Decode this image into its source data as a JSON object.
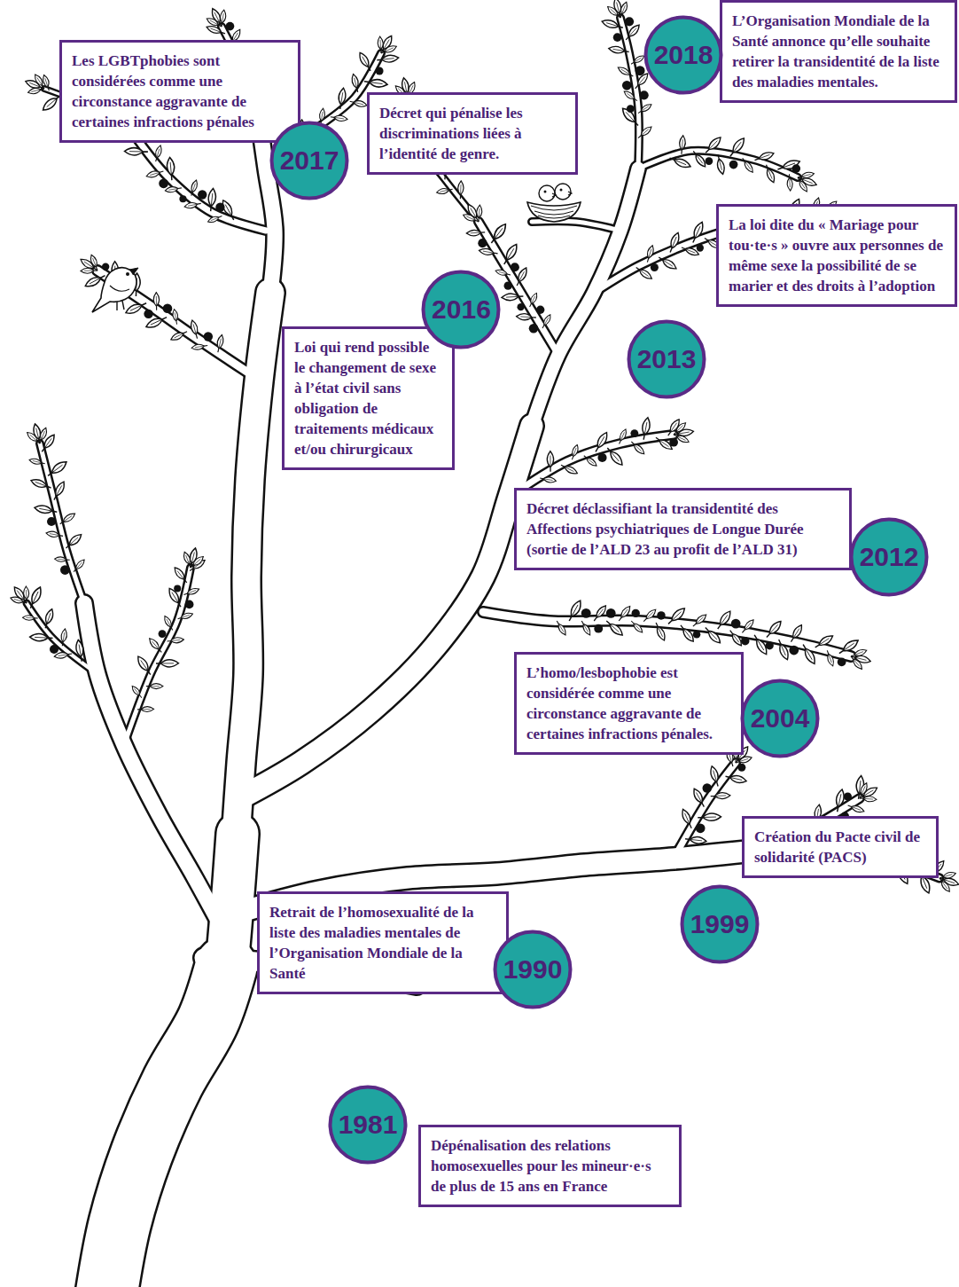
{
  "diagram": {
    "nodes": [
      {
        "text": [
          "Les LGBTphobies sont considérées comme une circonstance aggravante de certaines infractions pénales"
        ]
      },
      {
        "text": [
          "2017"
        ]
      },
      {
        "text": [
          "Décret qui pénalise les discriminations liées à l’identité de genre."
        ]
      },
      {
        "text": [
          "2018"
        ]
      },
      {
        "text": [
          "L’Organisation Mondiale de la Santé annonce qu’elle souhaite retirer la transidentité de la liste des maladies mentales."
        ]
      },
      {
        "text": [
          "2016"
        ]
      },
      {
        "text": [
          "Loi qui rend possible le changement de sexe à l’état civil sans obligation de traitements médicaux et/ou chirurgicaux"
        ]
      },
      {
        "text": [
          "2013"
        ]
      },
      {
        "text": [
          "La loi dite du « Mariage pour tou·te·s » ouvre aux personnes de même sexe la possibilité de se marier et des droits à l’adoption"
        ]
      },
      {
        "text": [
          "Décret déclassifiant la transidentité des Affections psychiatriques de Longue Durée (sortie de l’ALD 23 au profit de l’ALD 31)"
        ]
      },
      {
        "text": [
          "2012"
        ]
      },
      {
        "text": [
          "L’homo/lesbophobie est considérée comme une circonstance aggravante de certaines infractions pénales."
        ]
      },
      {
        "text": [
          "2004"
        ]
      },
      {
        "text": [
          "Création du Pacte civil de solidarité (PACS)"
        ]
      },
      {
        "text": [
          "Retrait de l’homosexualité de la liste des maladies mentales de l’Organisation Mondiale de la Santé"
        ]
      },
      {
        "text": [
          "1990"
        ]
      },
      {
        "text": [
          "1999"
        ]
      },
      {
        "text": [
          "1981"
        ]
      },
      {
        "text": [
          "Dépénalisation des relations homosexuelles pour les mineur·e·s de plus de 15 ans en France"
        ]
      }
    ]
  }
}
